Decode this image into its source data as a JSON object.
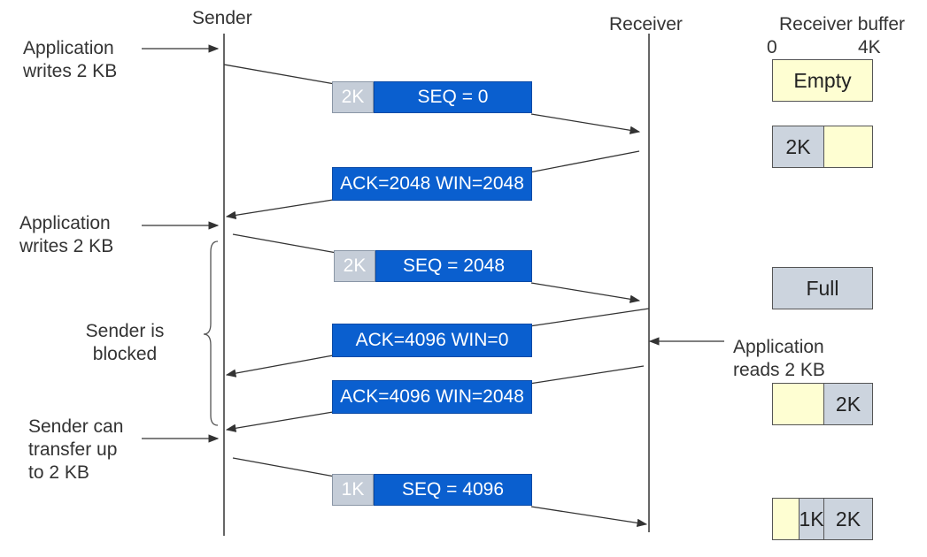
{
  "titles": {
    "sender": "Sender",
    "receiver": "Receiver",
    "buffer": "Receiver buffer",
    "scale_min": "0",
    "scale_max": "4K"
  },
  "left_notes": {
    "n1_line1": "Application",
    "n1_line2": "writes 2 KB",
    "n2_line1": "Application",
    "n2_line2": "writes 2 KB",
    "n3_line1": "Sender is",
    "n3_line2": "blocked",
    "n4_line1": "Sender can",
    "n4_line2": "transfer up",
    "n4_line3": "to 2 KB"
  },
  "right_note": {
    "line1": "Application",
    "line2": "reads 2 KB"
  },
  "packets": [
    {
      "size": "2K",
      "label": "SEQ = 0"
    },
    {
      "size": "2K",
      "label": "SEQ = 2048"
    },
    {
      "size": "1K",
      "label": "SEQ = 4096"
    }
  ],
  "acks": [
    {
      "label": "ACK=2048 WIN=2048"
    },
    {
      "label": "ACK=4096 WIN=0"
    },
    {
      "label": "ACK=4096 WIN=2048"
    }
  ],
  "buffers": {
    "b1": "Empty",
    "b2_used": "2K",
    "b3": "Full",
    "b4_used": "2K",
    "b5_a": "1K",
    "b5_b": "2K"
  },
  "colors": {
    "packet_blue": "#0a5fcf",
    "size_gray": "#c5cdd8",
    "buffer_empty": "#fefed2",
    "buffer_used": "#ccd4de"
  }
}
